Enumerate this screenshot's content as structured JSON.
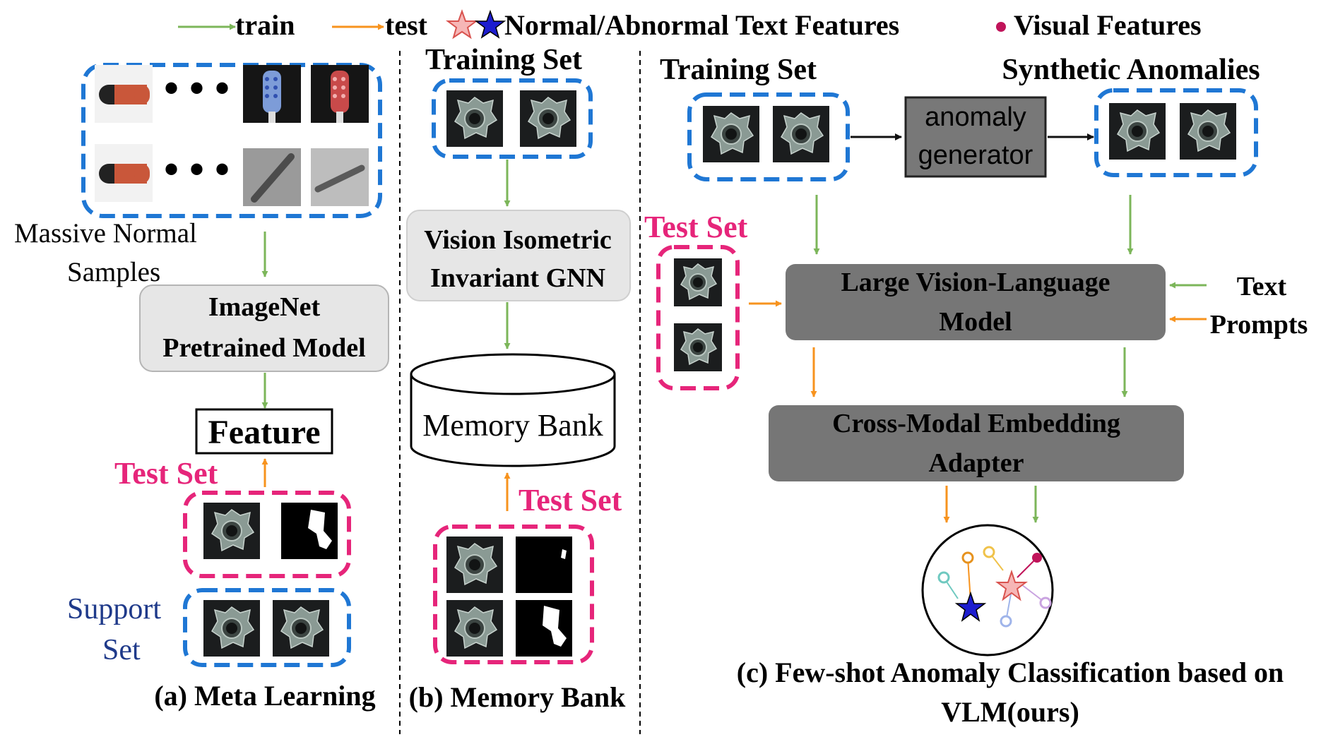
{
  "legend": {
    "train": "train",
    "test": "test",
    "text_features": "Normal/Abnormal Text Features",
    "visual_features": "Visual Features"
  },
  "panel_a": {
    "massive_normal_samples_line1": "Massive Normal",
    "massive_normal_samples_line2": "Samples",
    "pretrained_model_line1": "ImageNet",
    "pretrained_model_line2": "Pretrained Model",
    "feature": "Feature",
    "test_set": "Test Set",
    "support_set_line1": "Support",
    "support_set_line2": "Set",
    "caption": "(a) Meta Learning"
  },
  "panel_b": {
    "training_set": "Training Set",
    "gnn_line1": "Vision Isometric",
    "gnn_line2": "Invariant GNN",
    "memory_bank": "Memory Bank",
    "test_set": "Test Set",
    "caption": "(b) Memory Bank"
  },
  "panel_c": {
    "training_set": "Training Set",
    "synthetic_anomalies": "Synthetic Anomalies",
    "generator_line1": "anomaly",
    "generator_line2": "generator",
    "test_set": "Test Set",
    "lvlm_line1": "Large Vision-Language",
    "lvlm_line2": "Model",
    "text_prompts_line1": "Text",
    "text_prompts_line2": "Prompts",
    "adapter_line1": "Cross-Modal Embedding",
    "adapter_line2": "Adapter",
    "caption_line1": "(c) Few-shot Anomaly Classification based on",
    "caption_line2": "VLM(ours)"
  },
  "colors": {
    "train_arrow": "#7cb65a",
    "test_arrow": "#f7931e",
    "support_box": "#1f77d4",
    "test_box": "#e6257a",
    "test_text": "#e6257a",
    "support_text": "#1f3a8a",
    "light_box": "#e6e6e6",
    "dark_box": "#767676",
    "normal_star": "#1d1dcf",
    "abnormal_star": "#f4a4a4"
  }
}
